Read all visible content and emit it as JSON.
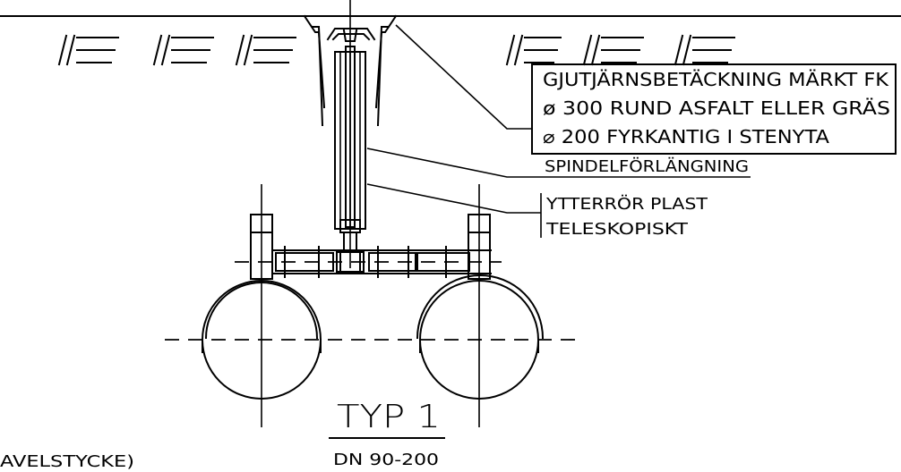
{
  "labels": {
    "cover_line1": "GJUTJÄRNSBETÄCKNING MÄRKT FK",
    "cover_line2": "ø 300 RUND ASFALT ELLER GRÄS",
    "cover_line3": "⌀ 200 FYRKANTIG I STENYTA",
    "spindle": "SPINDELFÖRLÄNGNING",
    "outer_pipe_line1": "YTTERRÖR PLAST",
    "outer_pipe_line2": "TELESKOPISKT",
    "type": "TYP 1",
    "dimension": "DN 90-200",
    "cut_text": "AVELSTYCKE)"
  }
}
